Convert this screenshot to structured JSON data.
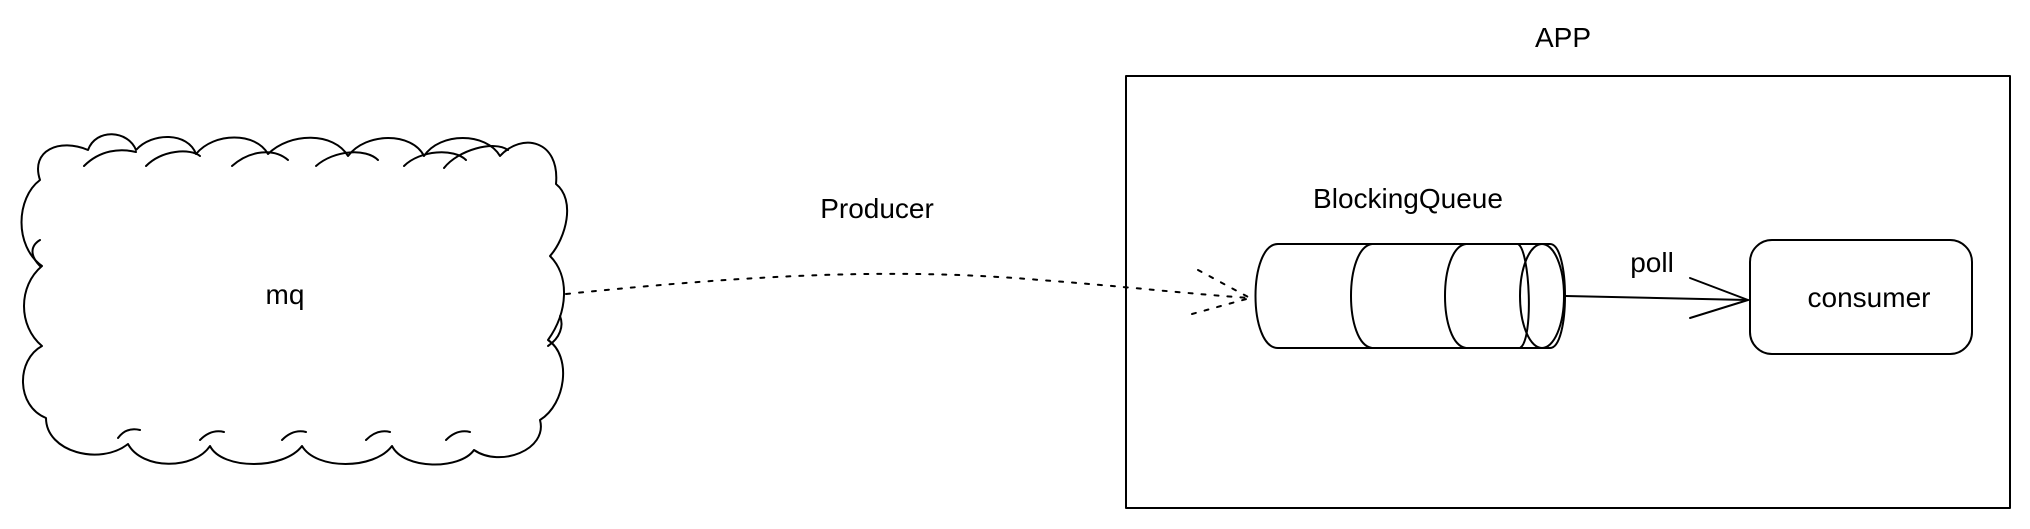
{
  "diagram": {
    "nodes": {
      "mq": {
        "label": "mq",
        "shape": "cloud"
      },
      "app": {
        "label": "APP",
        "shape": "container-rectangle"
      },
      "blocking_queue": {
        "label": "BlockingQueue",
        "shape": "cylinder-queue"
      },
      "consumer": {
        "label": "consumer",
        "shape": "rounded-rectangle"
      }
    },
    "edges": {
      "producer": {
        "from": "mq",
        "to": "blocking_queue",
        "label": "Producer",
        "style": "dotted"
      },
      "poll": {
        "from": "blocking_queue",
        "to": "consumer",
        "label": "poll",
        "style": "solid"
      }
    },
    "colors": {
      "stroke": "#000000",
      "background": "#ffffff"
    }
  }
}
